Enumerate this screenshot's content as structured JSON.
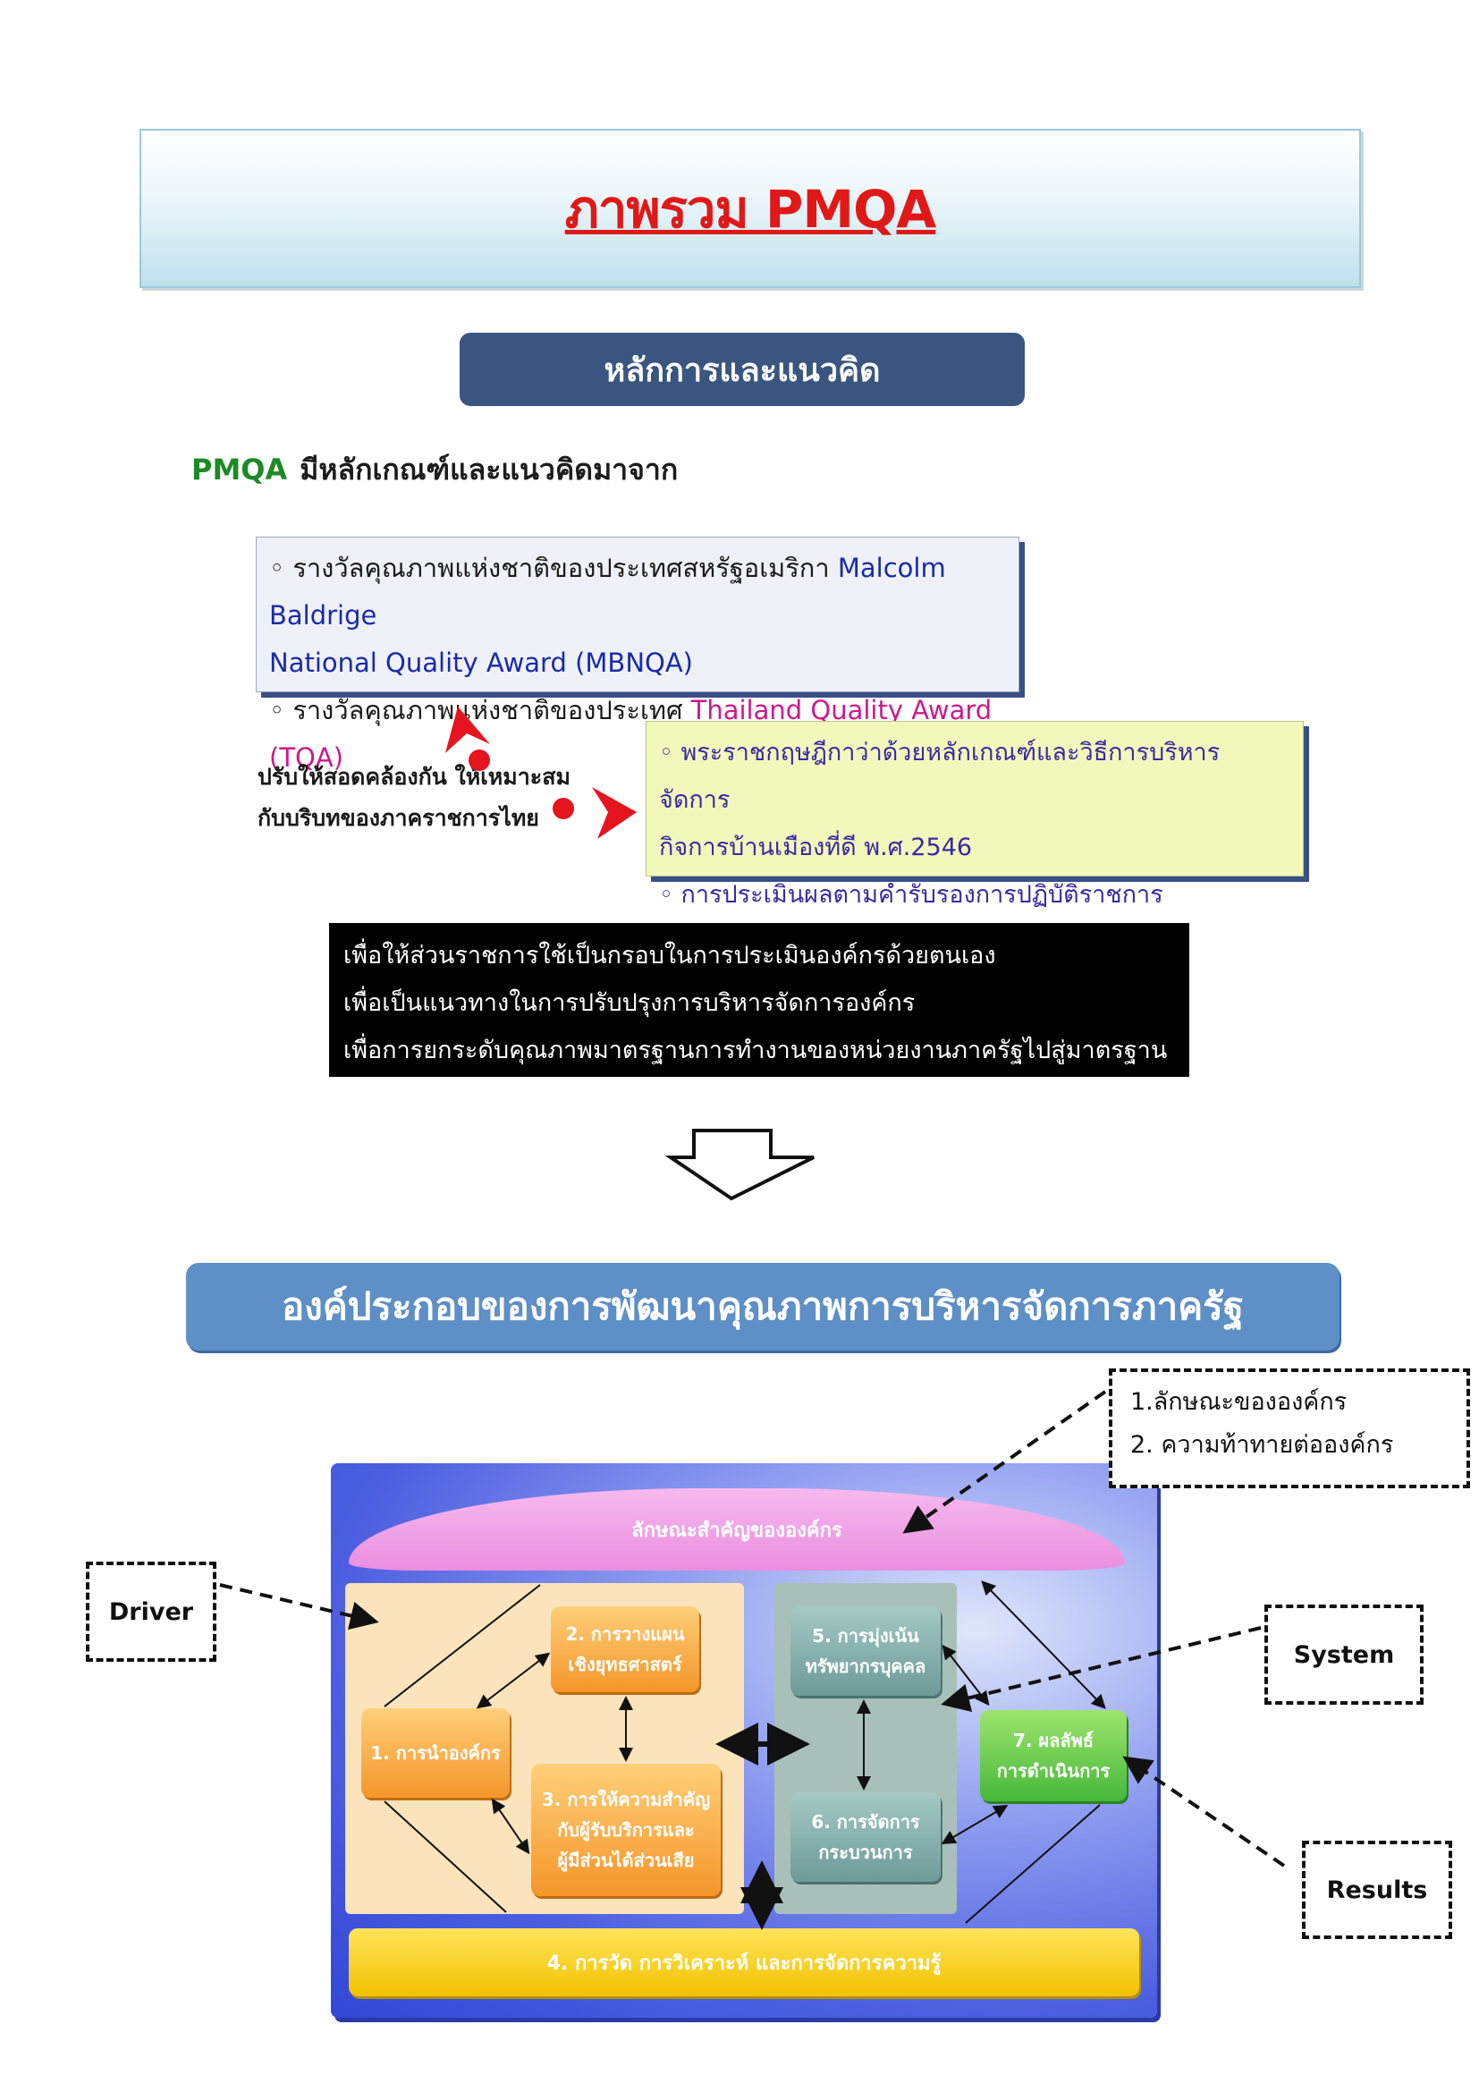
{
  "title": "ภาพรวม PMQA",
  "principles_label": "หลักการและแนวคิด",
  "intro": {
    "acronym": "PMQA",
    "text": "มีหลักเกณฑ์และแนวคิดมาจาก"
  },
  "awards": {
    "item1_th": "◦ รางวัลคุณภาพแห่งชาติของประเทศสหรัฐอเมริกา",
    "item1_en_a": "Malcolm Baldrige",
    "item1_en_b": "National Quality Award (MBNQA)",
    "item2_th": "◦ รางวัลคุณภาพแห่งชาติของประเทศ",
    "item2_en": "Thailand Quality Award (TQA)"
  },
  "adjust": {
    "line1": "ปรับให้สอดคล้องกัน ให้เหมาะสม",
    "line2": "กับบริบทของภาคราชการไทย"
  },
  "law": {
    "line1": "◦ พระราชกฤษฎีกาว่าด้วยหลักเกณฑ์และวิธีการบริหารจัดการ",
    "line2": "กิจการบ้านเมืองที่ดี พ.ศ.2546",
    "line3": "◦ การประเมินผลตามคำรับรองการปฏิบัติราชการ"
  },
  "purposes": [
    "เพื่อให้ส่วนราชการใช้เป็นกรอบในการประเมินองค์กรด้วยตนเอง",
    "เพื่อเป็นแนวทางในการปรับปรุงการบริหารจัดการองค์กร",
    "เพื่อการยกระดับคุณภาพมาตรฐานการทำงานของหน่วยงานภาครัฐไปสู่มาตรฐานสากล"
  ],
  "components_title": "องค์ประกอบของการพัฒนาคุณภาพการบริหารจัดการภาครัฐ",
  "diagram": {
    "dome": "ลักษณะสำคัญขององค์กร",
    "box1": "1. การนำองค์กร",
    "box2_a": "2. การวางแผน",
    "box2_b": "เชิงยุทธศาสตร์",
    "box3_a": "3. การให้ความสำคัญ",
    "box3_b": "กับผู้รับบริการและ",
    "box3_c": "ผู้มีส่วนได้ส่วนเสีย",
    "box5_a": "5. การมุ่งเน้น",
    "box5_b": "ทรัพยากรบุคคล",
    "box6_a": "6. การจัดการ",
    "box6_b": "กระบวนการ",
    "box7_a": "7. ผลลัพธ์",
    "box7_b": "การดำเนินการ",
    "bar4": "4. การวัด การวิเคราะห์ และการจัดการความรู้"
  },
  "labels": {
    "driver": "Driver",
    "system": "System",
    "results": "Results",
    "org_note_1": "1.ลักษณะขององค์กร",
    "org_note_2": "2. ความท้าทายต่อองค์กร"
  }
}
